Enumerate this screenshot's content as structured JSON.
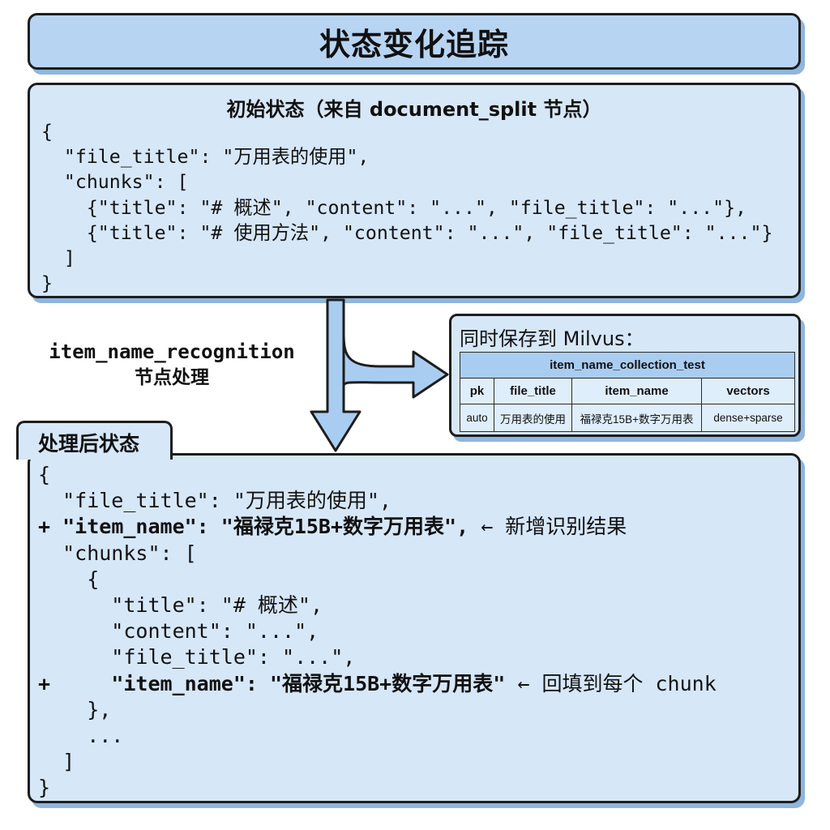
{
  "title": "状态变化追踪",
  "initial": {
    "heading": "初始状态（来自 document_split 节点）",
    "code_lines": [
      "{",
      "  \"file_title\": \"万用表的使用\",",
      "  \"chunks\": [",
      "    {\"title\": \"# 概述\", \"content\": \"...\", \"file_title\": \"...\"},",
      "    {\"title\": \"# 使用方法\", \"content\": \"...\", \"file_title\": \"...\"}",
      "  ]",
      "}"
    ]
  },
  "process_label": {
    "line1": "item_name_recognition",
    "line2": "节点处理"
  },
  "milvus": {
    "heading": "同时保存到 Milvus：",
    "collection": "item_name_collection_test",
    "columns": [
      "pk",
      "file_title",
      "item_name",
      "vectors"
    ],
    "row": [
      "auto",
      "万用表的使用",
      "福禄克15B+数字万用表",
      "dense+sparse"
    ]
  },
  "processed": {
    "tab": "处理后状态",
    "line1": "{",
    "line2": "  \"file_title\": \"万用表的使用\",",
    "line3_marker": "+ ",
    "line3_bold": "\"item_name\": \"福禄克15B+数字万用表\",",
    "line3_note": " ← 新增识别结果",
    "line4": "  \"chunks\": [",
    "line5": "    {",
    "line6": "      \"title\": \"# 概述\",",
    "line7": "      \"content\": \"...\",",
    "line8": "      \"file_title\": \"...\",",
    "line9_marker": "+     ",
    "line9_bold": "\"item_name\": \"福禄克15B+数字万用表\"",
    "line9_note": " ← 回填到每个 chunk",
    "line10": "    },",
    "line11": "    ...",
    "line12": "  ]",
    "line13": "}"
  },
  "colors": {
    "panel": "#d6e7f8",
    "title_bar": "#b7d5f3",
    "arrow": "#a9cdf1",
    "border": "#1d1d1d"
  }
}
